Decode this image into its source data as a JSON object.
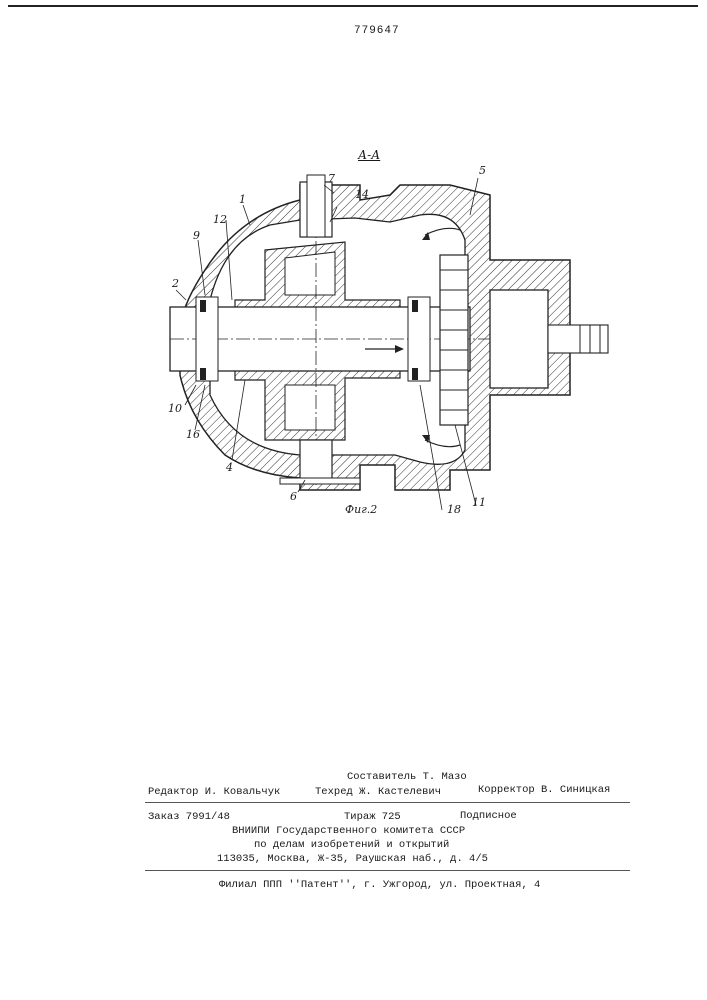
{
  "patent_number": "779647",
  "section_label": "А-А",
  "figure_caption": "Фиг.2",
  "part_labels": {
    "l1": "1",
    "l2": "2",
    "l4": "4",
    "l5": "5",
    "l6": "6",
    "l7": "7",
    "l9": "9",
    "l10": "10",
    "l11": "11",
    "l12": "12",
    "l14": "14",
    "l16": "16",
    "l18": "18"
  },
  "credits": {
    "compiler": "Составитель Т. Мазо",
    "editor": "Редактор И. Ковальчук",
    "techred": "Техред Ж. Кастелевич",
    "corrector": "Корректор В. Синицкая",
    "order": "Заказ 7991/48",
    "circulation": "Тираж 725",
    "subscription": "Подписное",
    "org_line1": "ВНИИПИ Государственного комитета СССР",
    "org_line2": "по делам изобретений и открытий",
    "address": "113035, Москва, Ж-35, Раушская наб., д. 4/5",
    "branch": "Филиал ППП ''Патент'', г. Ужгород, ул. Проектная, 4"
  }
}
